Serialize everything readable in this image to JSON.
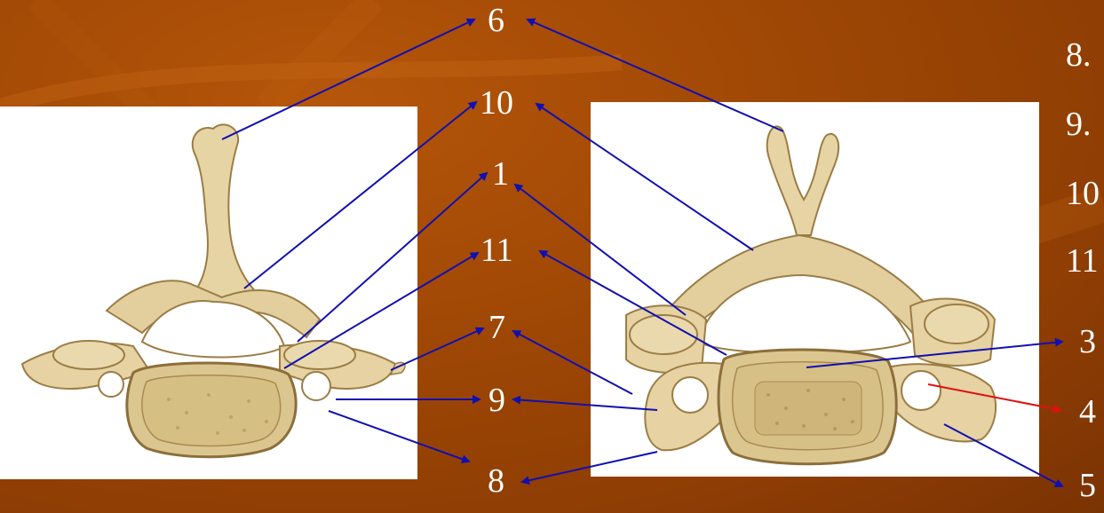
{
  "labels_center": [
    "6",
    "10",
    "1",
    "11",
    "7",
    "9",
    "8"
  ],
  "labels_right_partial": [
    "8.",
    "9.",
    "10",
    "11"
  ],
  "labels_right_arrows": [
    "3",
    "4",
    "5"
  ],
  "colors": {
    "background": "#a04805",
    "arrow_blue": "#1010b0",
    "arrow_red": "#e01010",
    "bone": "#e6d3a3",
    "bone_shadow": "#b89a5e"
  }
}
